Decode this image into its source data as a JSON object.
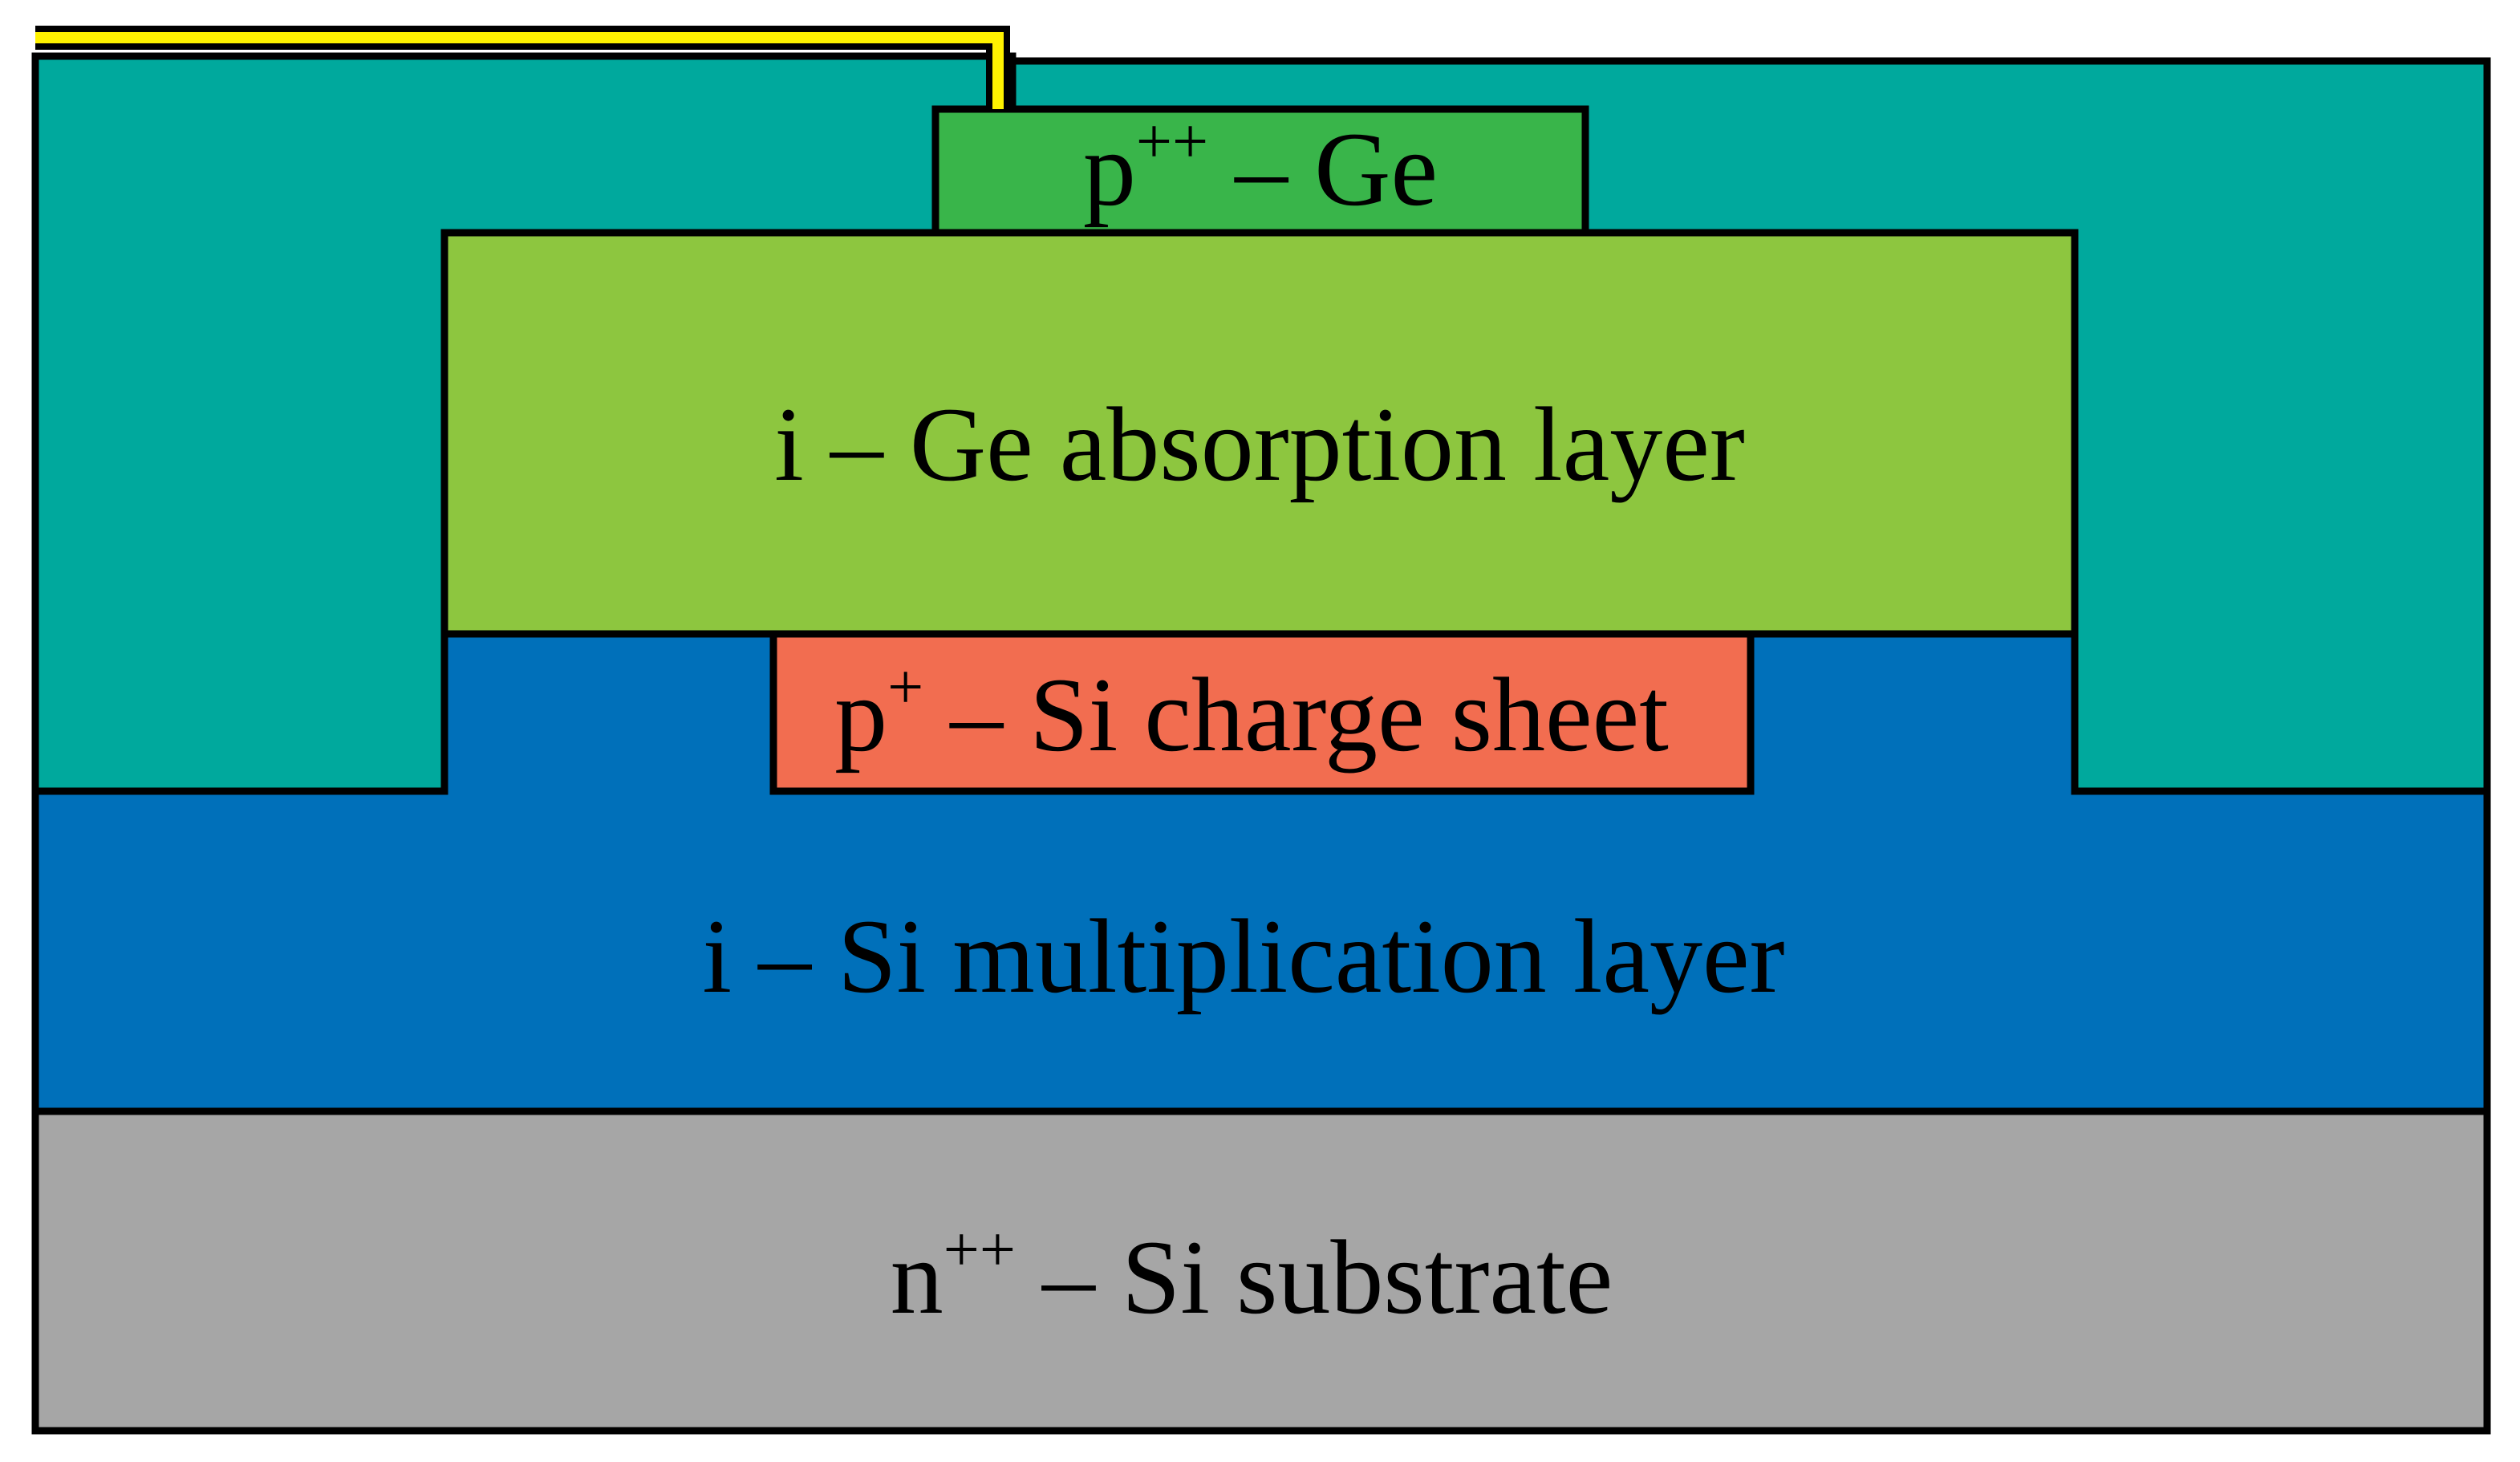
{
  "colors": {
    "passivation": "#00A99D",
    "p_ge_contact": "#39B54A",
    "ge_absorption": "#8DC63F",
    "si_charge_sheet": "#F26D50",
    "si_multiplication": "#0070BA",
    "si_substrate": "#A6A6A6",
    "metal_contact": "#FFF200",
    "outline": "#000000"
  },
  "layers": {
    "p_ge": {
      "base": "p",
      "sup": "++",
      "rest": " – Ge"
    },
    "ge_absorption": {
      "text": "i – Ge absorption layer"
    },
    "si_charge": {
      "base": "p",
      "sup": "+",
      "rest": " – Si charge sheet"
    },
    "si_multiplication": {
      "text": "i – Si multiplication layer"
    },
    "si_substrate": {
      "base": "n",
      "sup": "++",
      "rest": " – Si substrate"
    }
  }
}
